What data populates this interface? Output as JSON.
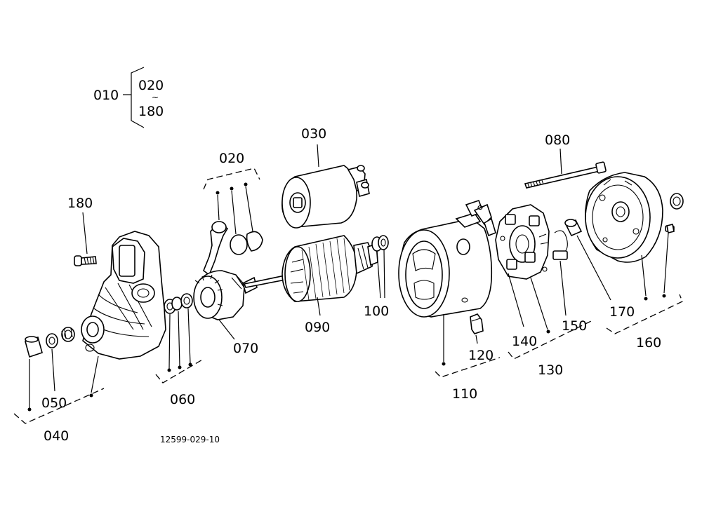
{
  "diagram_code": "12599-029-10",
  "assembly": {
    "main": "010",
    "range_from": "020",
    "range_sep": "~",
    "range_to": "180"
  },
  "parts": {
    "p020": "020",
    "p030": "030",
    "p040": "040",
    "p050": "050",
    "p060": "060",
    "p070": "070",
    "p080": "080",
    "p090": "090",
    "p100": "100",
    "p110": "110",
    "p120": "120",
    "p130": "130",
    "p140": "140",
    "p150": "150",
    "p160": "160",
    "p170": "170",
    "p180": "180"
  }
}
